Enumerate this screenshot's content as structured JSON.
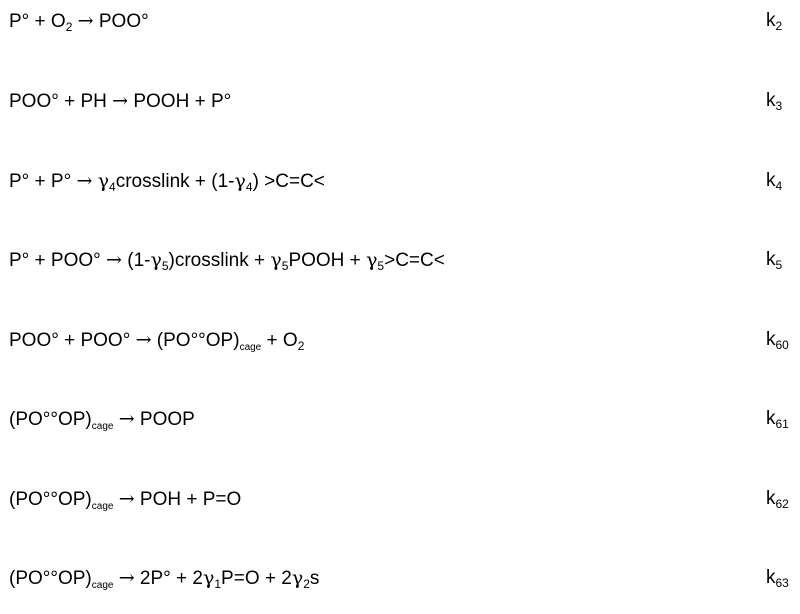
{
  "reactions": [
    {
      "equation": [
        {
          "t": "P° + O"
        },
        {
          "sub": "2"
        },
        {
          "t": " "
        },
        {
          "sym": "→"
        },
        {
          "t": " POO°"
        }
      ],
      "rate": {
        "base": "k",
        "sub": "2"
      }
    },
    {
      "equation": [
        {
          "t": "POO° + PH "
        },
        {
          "sym": "→"
        },
        {
          "t": " POOH + P°"
        }
      ],
      "rate": {
        "base": "k",
        "sub": "3"
      }
    },
    {
      "equation": [
        {
          "t": "P° + P° "
        },
        {
          "sym": "→"
        },
        {
          "t": " "
        },
        {
          "sym": "γ"
        },
        {
          "sub": "4"
        },
        {
          "t": "crosslink + (1-"
        },
        {
          "sym": "γ"
        },
        {
          "sub": "4"
        },
        {
          "t": ") >C=C<"
        }
      ],
      "rate": {
        "base": "k",
        "sub": "4"
      }
    },
    {
      "equation": [
        {
          "t": "P° + POO° "
        },
        {
          "sym": "→"
        },
        {
          "t": " (1-"
        },
        {
          "sym": "γ"
        },
        {
          "sub": "5"
        },
        {
          "t": ")crosslink + "
        },
        {
          "sym": "γ"
        },
        {
          "sub": "5"
        },
        {
          "t": "POOH + "
        },
        {
          "sym": "γ"
        },
        {
          "sub": "5"
        },
        {
          "t": ">C=C<"
        }
      ],
      "rate": {
        "base": "k",
        "sub": "5"
      }
    },
    {
      "equation": [
        {
          "t": "POO° + POO° "
        },
        {
          "sym": "→"
        },
        {
          "t": " (PO°°OP)"
        },
        {
          "subs": "cage"
        },
        {
          "t": " + O"
        },
        {
          "sub": "2"
        }
      ],
      "rate": {
        "base": "k",
        "sub": "60"
      }
    },
    {
      "equation": [
        {
          "t": "(PO°°OP)"
        },
        {
          "subs": "cage"
        },
        {
          "t": " "
        },
        {
          "sym": "→"
        },
        {
          "t": " POOP"
        }
      ],
      "rate": {
        "base": "k",
        "sub": "61"
      }
    },
    {
      "equation": [
        {
          "t": "(PO°°OP)"
        },
        {
          "subs": "cage"
        },
        {
          "t": " "
        },
        {
          "sym": "→"
        },
        {
          "t": " POH + P=O"
        }
      ],
      "rate": {
        "base": "k",
        "sub": "62"
      }
    },
    {
      "equation": [
        {
          "t": "(PO°°OP)"
        },
        {
          "subs": "cage"
        },
        {
          "t": " "
        },
        {
          "sym": "→"
        },
        {
          "t": " 2P° + 2"
        },
        {
          "sym": "γ"
        },
        {
          "sub": "1"
        },
        {
          "t": "P=O + 2"
        },
        {
          "sym": "γ"
        },
        {
          "sub": "2"
        },
        {
          "t": "s"
        }
      ],
      "rate": {
        "base": "k",
        "sub": "63"
      }
    }
  ]
}
